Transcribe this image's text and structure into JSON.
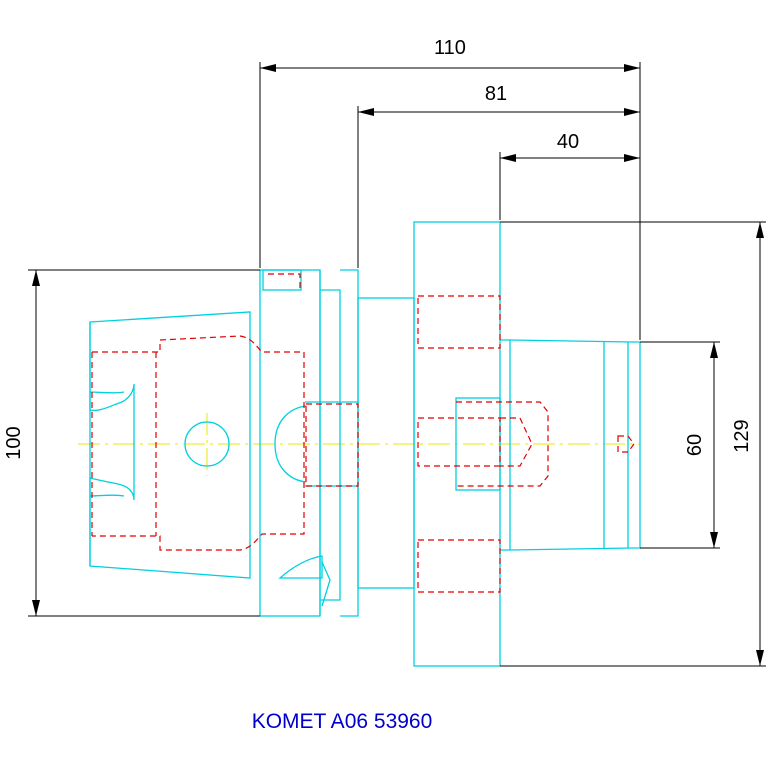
{
  "dimensions": {
    "overall_length": "110",
    "length_to_flange": "81",
    "head_length": "40",
    "taper_diameter": "100",
    "bore_diameter": "60",
    "head_diameter": "129"
  },
  "caption": "KOMET A06 53960",
  "colors": {
    "outline": "#00d0e0",
    "hidden_lines": "#e00000",
    "center_line": "#e8e800",
    "dimension": "#000000",
    "caption": "#0000cc"
  }
}
